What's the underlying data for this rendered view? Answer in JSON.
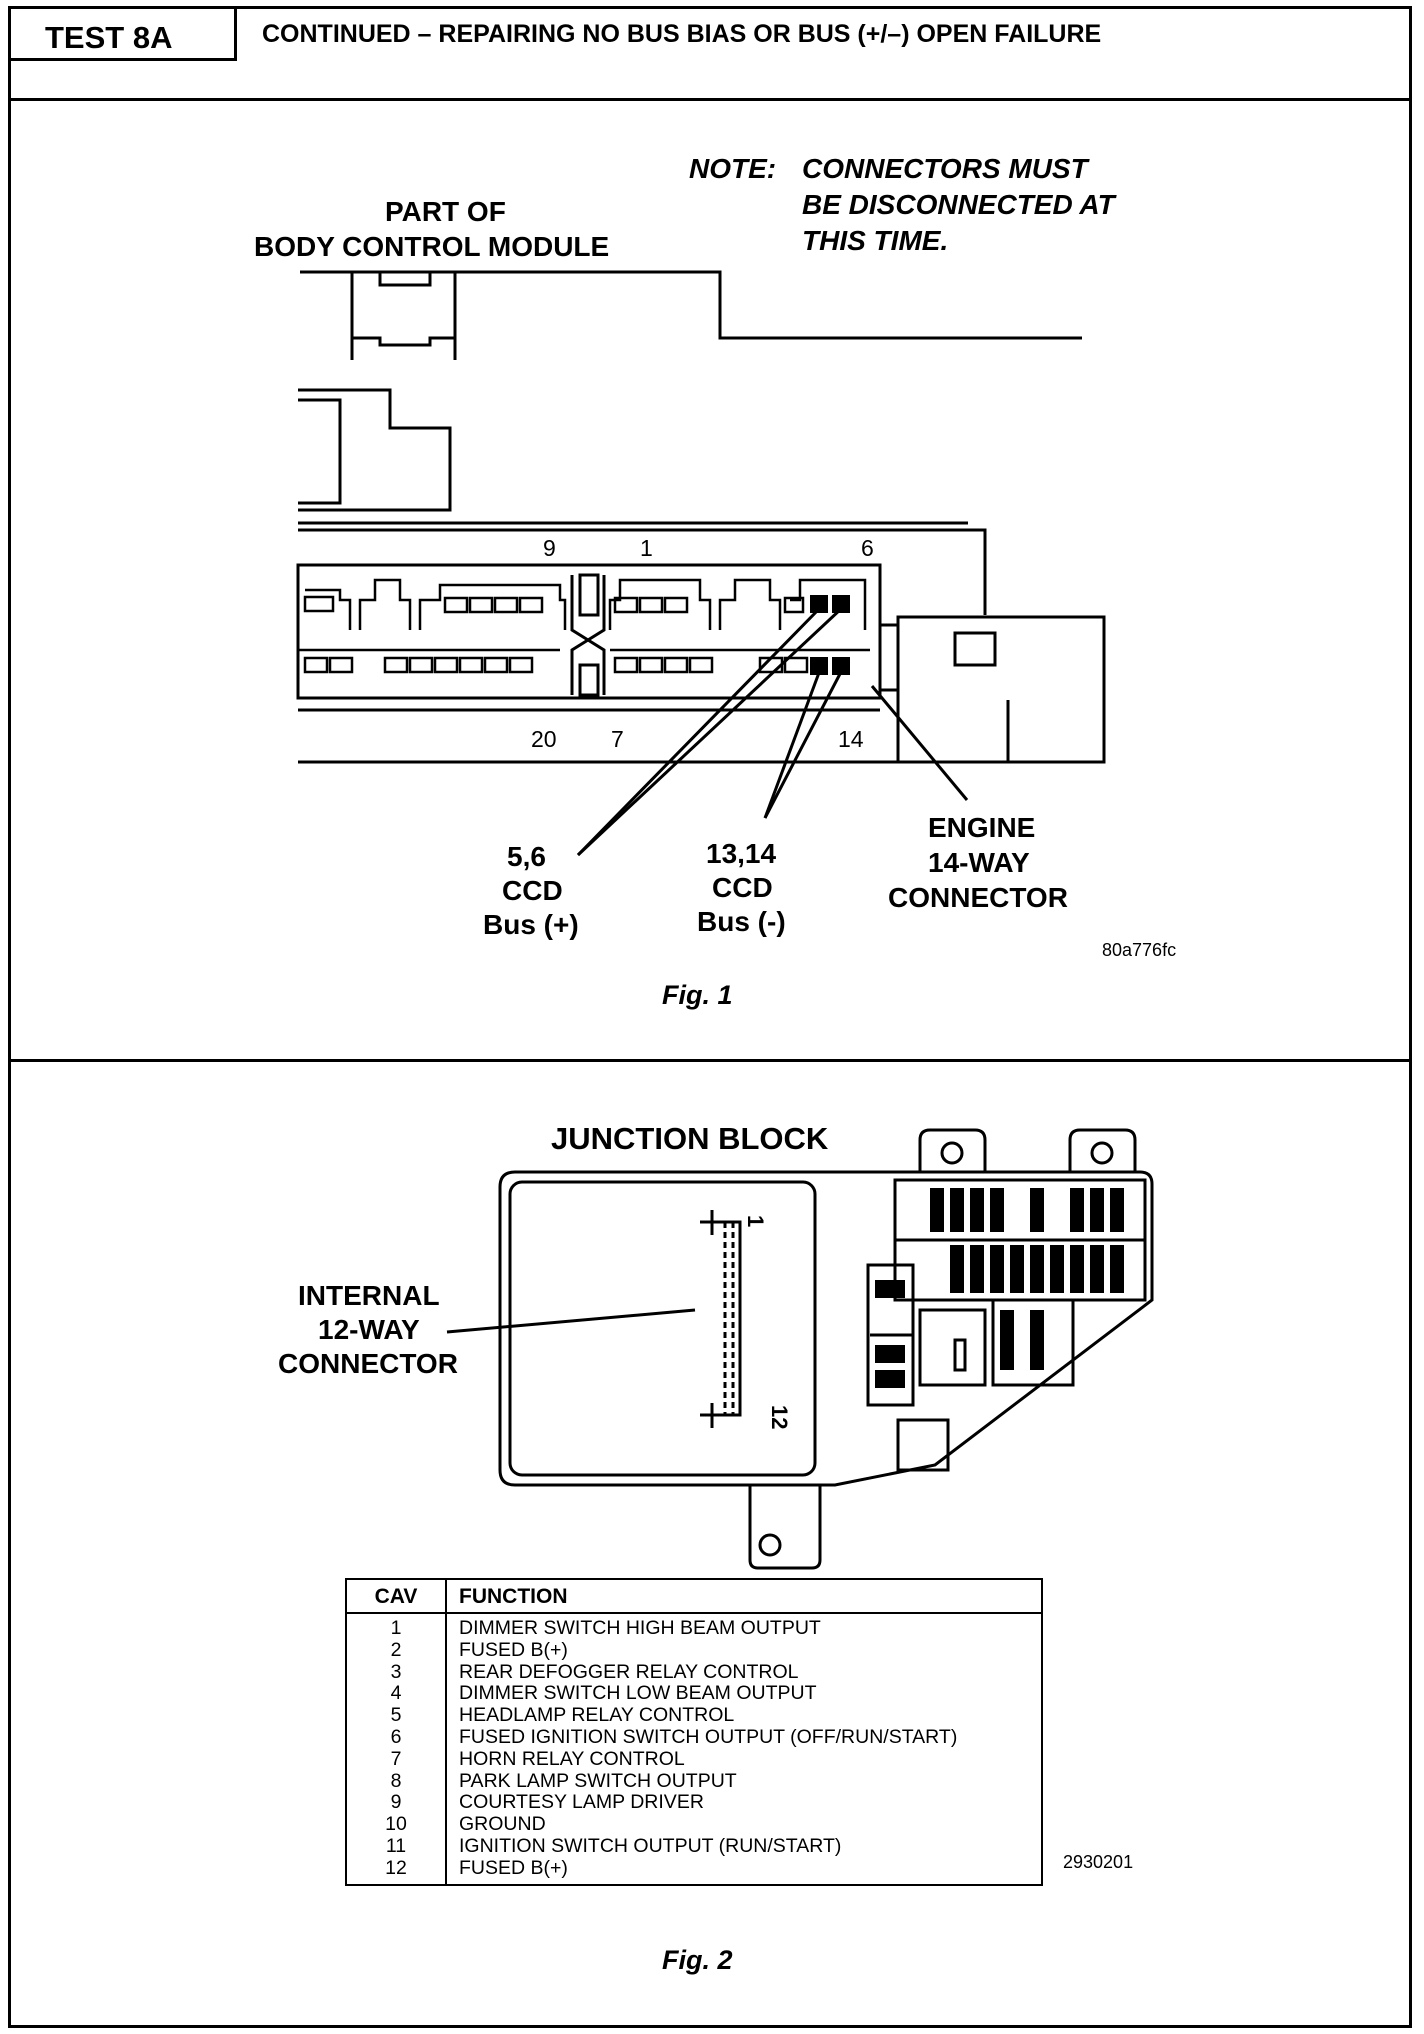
{
  "header": {
    "test_id": "TEST 8A",
    "title": "CONTINUED – REPAIRING NO BUS BIAS OR BUS (+/–) OPEN FAILURE"
  },
  "fig1": {
    "note_label": "NOTE:",
    "note_lines": [
      "CONNECTORS MUST",
      "BE DISCONNECTED AT",
      "THIS TIME."
    ],
    "module_label_lines": [
      "PART OF",
      "BODY CONTROL MODULE"
    ],
    "pin_top_9": "9",
    "pin_top_1": "1",
    "pin_top_6": "6",
    "pin_bottom_20": "20",
    "pin_bottom_7": "7",
    "pin_bottom_14": "14",
    "bus_plus_lines": [
      "5,6",
      "CCD",
      "Bus (+)"
    ],
    "bus_minus_lines": [
      "13,14",
      "CCD",
      "Bus (-)"
    ],
    "engine_lines": [
      "ENGINE",
      "14-WAY",
      "CONNECTOR"
    ],
    "ref_code": "80a776fc",
    "caption": "Fig. 1"
  },
  "fig2": {
    "title": "JUNCTION BLOCK",
    "internal_lines": [
      "INTERNAL",
      "12-WAY",
      "CONNECTOR"
    ],
    "pin_1": "1",
    "pin_12": "12",
    "table": {
      "col_cav": "CAV",
      "col_function": "FUNCTION",
      "rows": [
        {
          "cav": "1",
          "function": "DIMMER SWITCH HIGH BEAM OUTPUT"
        },
        {
          "cav": "2",
          "function": "FUSED B(+)"
        },
        {
          "cav": "3",
          "function": "REAR DEFOGGER RELAY CONTROL"
        },
        {
          "cav": "4",
          "function": "DIMMER SWITCH LOW BEAM OUTPUT"
        },
        {
          "cav": "5",
          "function": "HEADLAMP RELAY CONTROL"
        },
        {
          "cav": "6",
          "function": "FUSED IGNITION SWITCH OUTPUT (OFF/RUN/START)"
        },
        {
          "cav": "7",
          "function": "HORN RELAY CONTROL"
        },
        {
          "cav": "8",
          "function": "PARK LAMP SWITCH OUTPUT"
        },
        {
          "cav": "9",
          "function": "COURTESY LAMP DRIVER"
        },
        {
          "cav": "10",
          "function": "GROUND"
        },
        {
          "cav": "11",
          "function": "IGNITION SWITCH OUTPUT (RUN/START)"
        },
        {
          "cav": "12",
          "function": "FUSED B(+)"
        }
      ]
    },
    "ref_code": "2930201",
    "caption": "Fig. 2"
  }
}
